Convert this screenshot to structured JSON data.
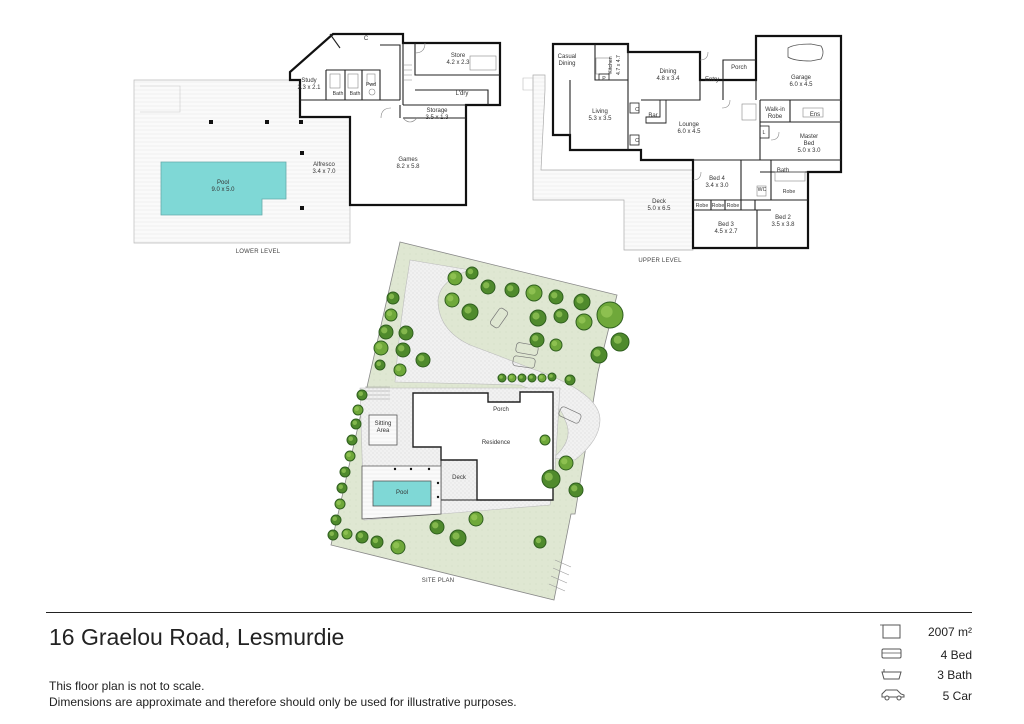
{
  "lower_level": {
    "caption": "LOWER LEVEL",
    "rooms": {
      "study": {
        "name": "Study",
        "dims": "2.3 x 2.1"
      },
      "bath1": {
        "name": "Bath"
      },
      "bath2": {
        "name": "Bath"
      },
      "pwd": {
        "name": "Pwd"
      },
      "store": {
        "name": "Store",
        "dims": "4.2 x 2.3"
      },
      "ldry": {
        "name": "L'dry"
      },
      "storage": {
        "name": "Storage",
        "dims": "3.5 x 1.3"
      },
      "alfresco": {
        "name": "Alfresco",
        "dims": "3.4 x 7.0"
      },
      "games": {
        "name": "Games",
        "dims": "8.2 x 5.8"
      },
      "pool": {
        "name": "Pool",
        "dims": "9.0 x 5.0"
      }
    },
    "marks": {
      "c": "C"
    }
  },
  "upper_level": {
    "caption": "UPPER LEVEL",
    "rooms": {
      "casual_dining": {
        "name": "Casual",
        "name2": "Dining"
      },
      "kitchen": {
        "name": "Kitchen",
        "dims": "4.7 x 4.7"
      },
      "dining": {
        "name": "Dining",
        "dims": "4.8 x 3.4"
      },
      "entry": {
        "name": "Entry"
      },
      "porch": {
        "name": "Porch"
      },
      "garage": {
        "name": "Garage",
        "dims": "6.0 x 4.5"
      },
      "living": {
        "name": "Living",
        "dims": "5.3 x 3.5"
      },
      "bar": {
        "name": "Bar"
      },
      "lounge": {
        "name": "Lounge",
        "dims": "6.0 x 4.5"
      },
      "walkin": {
        "name": "Walk-in",
        "name2": "Robe"
      },
      "ens": {
        "name": "Ens"
      },
      "master": {
        "name": "Master",
        "name2": "Bed",
        "dims": "5.0 x 3.0"
      },
      "bath": {
        "name": "Bath"
      },
      "wc": {
        "name": "WC"
      },
      "bed4": {
        "name": "Bed 4",
        "dims": "3.4 x 3.0"
      },
      "bed3": {
        "name": "Bed 3",
        "dims": "4.5 x 2.7"
      },
      "bed2": {
        "name": "Bed 2",
        "dims": "3.5 x 3.8"
      },
      "deck": {
        "name": "Deck",
        "dims": "5.0 x 6.5"
      },
      "robe": {
        "name": "Robe"
      }
    },
    "marks": {
      "c": "C",
      "p": "P",
      "l": "L"
    }
  },
  "site_plan": {
    "caption": "SITE PLAN",
    "labels": {
      "porch": "Porch",
      "residence": "Residence",
      "sitting_area": "Sitting",
      "sitting_area2": "Area",
      "deck": "Deck",
      "pool": "Pool"
    }
  },
  "address": "16 Graelou Road, Lesmurdie",
  "disclaimer": {
    "line1": "This floor plan is not to scale.",
    "line2": "Dimensions are approximate and therefore should only be used for illustrative purposes."
  },
  "stats": {
    "area": "2007 m²",
    "bed": "4 Bed",
    "bath": "3 Bath",
    "car": "5 Car"
  },
  "colors": {
    "pool": "#7fd8d6",
    "lawn": "#dde6cf",
    "paving": "#eeeeee",
    "tree_dark": "#2f5f1f",
    "tree_light": "#6fa83a"
  }
}
